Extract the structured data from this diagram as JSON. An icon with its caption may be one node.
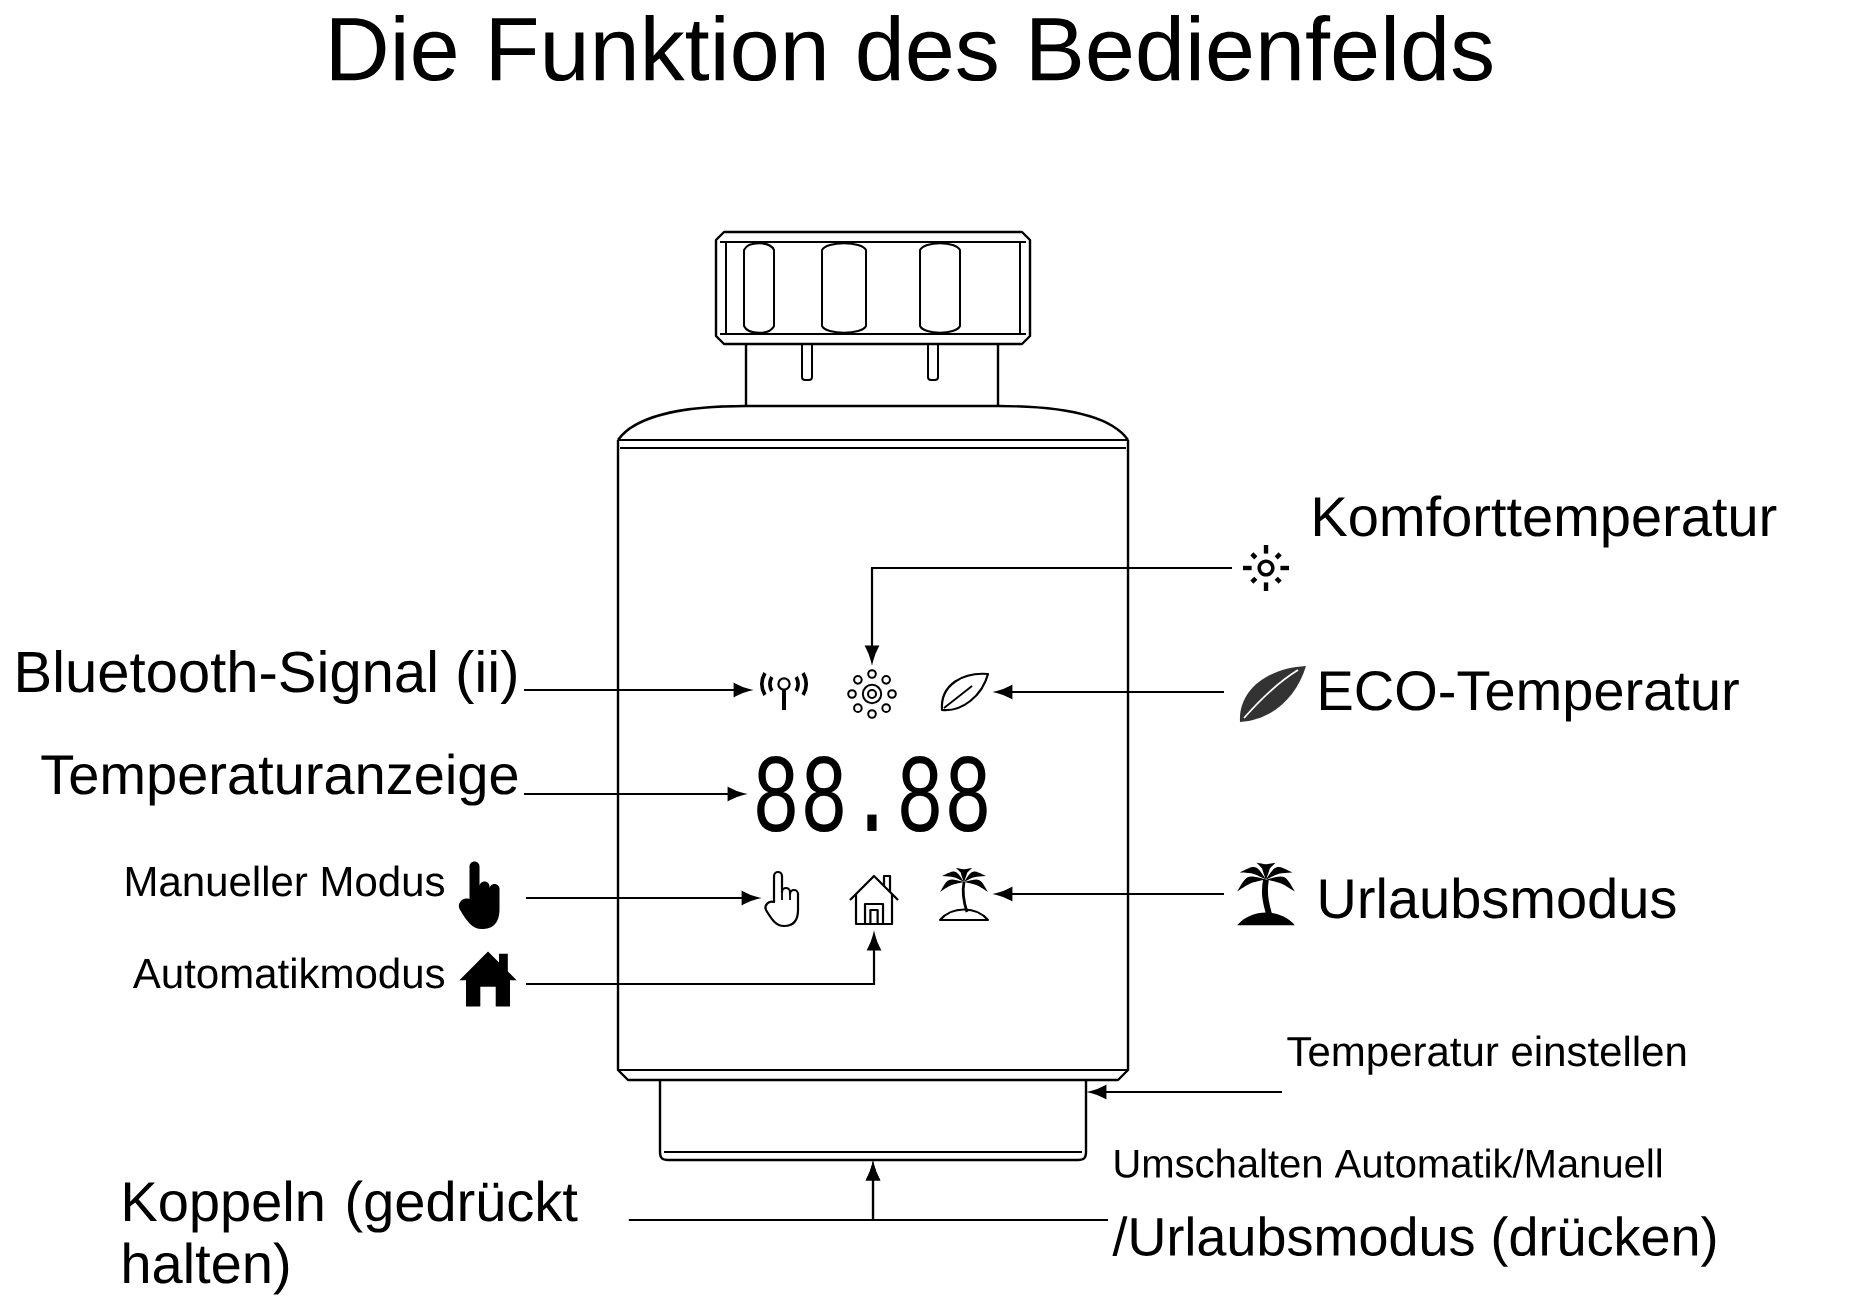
{
  "diagram": {
    "title": "Die Funktion des Bedienfelds",
    "nodes": [
      {
        "text": [
          "Komforttemperatur"
        ]
      },
      {
        "text": [
          "Bluetooth-Signal (ii)"
        ]
      },
      {
        "text": [],
        "shape": "antenna"
      },
      {
        "text": [],
        "shape": "sun"
      },
      {
        "text": [],
        "shape": "leaf"
      },
      {
        "text": [
          "ECO-Temperatur"
        ]
      },
      {
        "text": [
          "Temperaturanzeige"
        ]
      },
      {
        "text": [
          "88.88"
        ]
      },
      {
        "text": [
          "Manueller Modus"
        ]
      },
      {
        "text": [],
        "shape": "hand"
      },
      {
        "text": [],
        "shape": "house"
      },
      {
        "text": [],
        "shape": "palm"
      },
      {
        "text": [
          "Urlaubsmodus"
        ]
      },
      {
        "text": [
          "Automatikmodus"
        ]
      },
      {
        "text": [
          "Temperatur einstellen"
        ]
      },
      {
        "text": [],
        "shape": "ring"
      },
      {
        "text": [
          "Umschalten Automatik/Manuell",
          "/Urlaubsmodus (drücken)"
        ]
      },
      {
        "text": [
          "Koppeln (gedrückt halten)"
        ]
      }
    ],
    "edges": [
      {
        "from": 1,
        "to": 2,
        "arrow": "to"
      },
      {
        "from": 0,
        "to": 3,
        "arrow": "to"
      },
      {
        "from": 5,
        "to": 4,
        "arrow": "to"
      },
      {
        "from": 6,
        "to": 7,
        "arrow": "to"
      },
      {
        "from": 8,
        "to": 9,
        "arrow": "to"
      },
      {
        "from": 13,
        "to": 10,
        "arrow": "to"
      },
      {
        "from": 12,
        "to": 11,
        "arrow": "to"
      },
      {
        "from": 14,
        "to": 15,
        "arrow": "to"
      },
      {
        "from": 17,
        "to": 15,
        "arrow": "to"
      },
      {
        "from": 16,
        "to": 15,
        "arrow": "to"
      }
    ]
  }
}
